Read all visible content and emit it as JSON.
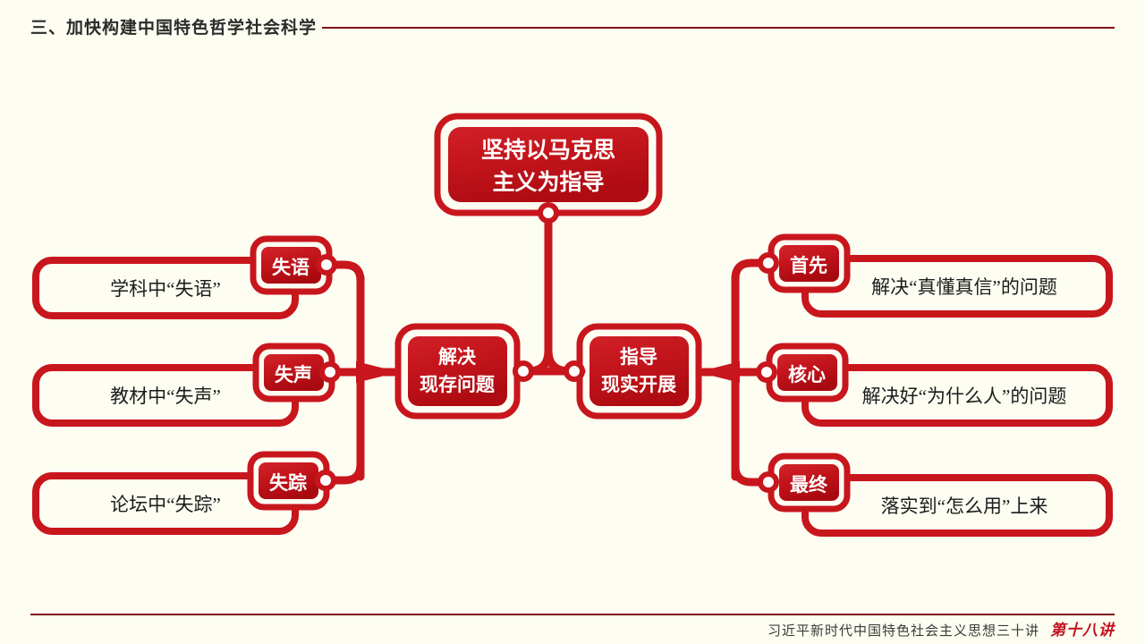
{
  "header": {
    "title": "三、加快构建中国特色哲学社会科学",
    "rule_color": "#7e1512"
  },
  "footer": {
    "series_title": "习近平新时代中国特色社会主义思想三十讲",
    "lesson": "第十八讲",
    "rule_color": "#7e1512"
  },
  "theme": {
    "background": "#fdfdf2",
    "primary_red": "#c8161d",
    "deep_red": "#b00d14",
    "dark_red": "#7e1512",
    "box_fill": "#fdfdf2",
    "badge_text": "#ffffff",
    "body_text": "#1c1c1c"
  },
  "diagram": {
    "type": "mind-map",
    "root": {
      "id": "node-guiding",
      "label_line1": "坚持以马克思",
      "label_line2": "主义为指导",
      "style": "filled"
    },
    "center_nodes": [
      {
        "id": "node-solve",
        "label_line1": "解决",
        "label_line2": "现存问题",
        "style": "filled"
      },
      {
        "id": "node-guide",
        "label_line1": "指导",
        "label_line2": "现实开展",
        "style": "filled"
      }
    ],
    "left_branches": [
      {
        "id": "branch-shiyu",
        "badge": "失语",
        "text": "学科中“失语”"
      },
      {
        "id": "branch-shisheng",
        "badge": "失声",
        "text": "教材中“失声”"
      },
      {
        "id": "branch-shizong",
        "badge": "失踪",
        "text": "论坛中“失踪”"
      }
    ],
    "right_branches": [
      {
        "id": "branch-first",
        "badge": "首先",
        "text": "解决“真懂真信”的问题"
      },
      {
        "id": "branch-core",
        "badge": "核心",
        "text": "解决好“为什么人”的问题"
      },
      {
        "id": "branch-final",
        "badge": "最终",
        "text": "落实到“怎么用”上来"
      }
    ]
  }
}
